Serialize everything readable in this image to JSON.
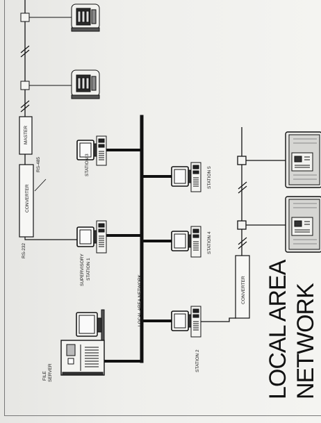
{
  "title": {
    "line1": "LOCAL AREA",
    "line2": "NETWORK"
  },
  "labels": {
    "file_server": "FILE",
    "file_server_2": "SERVER",
    "rs232": "RS-232",
    "rs485": "RS-485",
    "converter_top": "CONVERTER",
    "converter_bottom": "CONVERTER",
    "master": "MASTER",
    "supervisory_1": "SUPERVISORY",
    "supervisory_2": "STATION 1",
    "station2": "STATION 2",
    "station3": "STATION 3",
    "station4": "STATION 4",
    "station5": "STATION 5",
    "lan": "LOCAL AREA NETWORK"
  },
  "colors": {
    "line": "#111111",
    "device_fill": "#f7f7f5",
    "panel": "#cfcfcc"
  }
}
